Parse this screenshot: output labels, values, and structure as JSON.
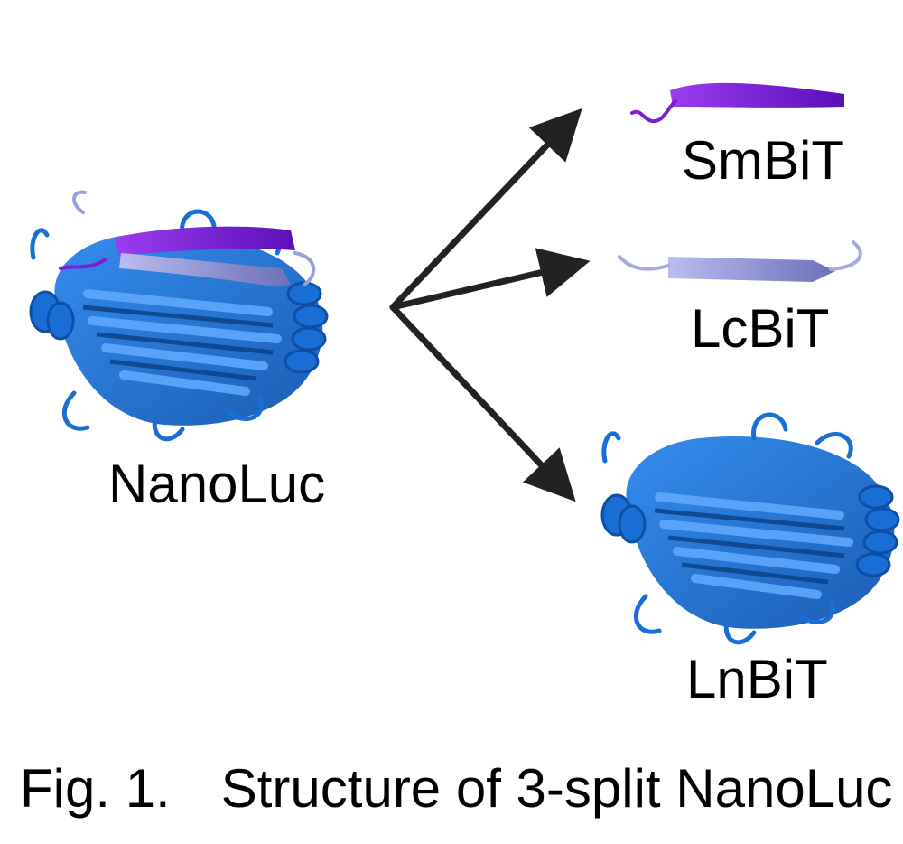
{
  "labels": {
    "nanoluc": "NanoLuc",
    "smbit": "SmBiT",
    "lcbit": "LcBiT",
    "lnbit": "LnBiT"
  },
  "caption": {
    "number": "Fig. 1.",
    "title": "Structure of 3-split NanoLuc"
  },
  "colors": {
    "ribbon_blue": "#1a6fd6",
    "ribbon_blue_dark": "#0d4fa6",
    "smbit_purple": "#7a1fd6",
    "lcbit_lavender": "#9a9fdc",
    "arrow": "#222222"
  }
}
